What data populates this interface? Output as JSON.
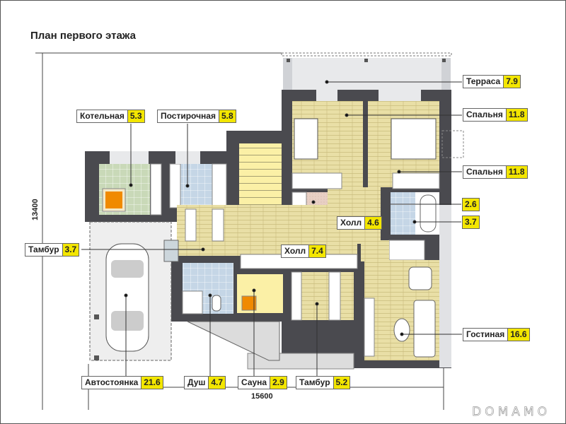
{
  "title": "План первого этажа",
  "dimensions": {
    "width_label": "15600",
    "height_label": "13400"
  },
  "rooms": [
    {
      "id": "terrace",
      "name": "Терраса",
      "area": "7.9"
    },
    {
      "id": "bedroom-1",
      "name": "Спальня",
      "area": "11.8"
    },
    {
      "id": "bedroom-2",
      "name": "Спальня",
      "area": "11.8"
    },
    {
      "id": "boiler-room",
      "name": "Котельная",
      "area": "5.3"
    },
    {
      "id": "laundry",
      "name": "Постирочная",
      "area": "5.8"
    },
    {
      "id": "wc",
      "name": "",
      "area": "2.6"
    },
    {
      "id": "bathroom",
      "name": "",
      "area": "3.7"
    },
    {
      "id": "hall-upper",
      "name": "Холл",
      "area": "4.6"
    },
    {
      "id": "vestibule-left",
      "name": "Тамбур",
      "area": "3.7"
    },
    {
      "id": "hall-main",
      "name": "Холл",
      "area": "7.4"
    },
    {
      "id": "living-room",
      "name": "Гостиная",
      "area": "16.6"
    },
    {
      "id": "carport",
      "name": "Автостоянка",
      "area": "21.6"
    },
    {
      "id": "shower",
      "name": "Душ",
      "area": "4.7"
    },
    {
      "id": "sauna",
      "name": "Сауна",
      "area": "2.9"
    },
    {
      "id": "vestibule-bottom",
      "name": "Тамбур",
      "area": "5.2"
    }
  ],
  "watermark": "DOMAMO",
  "colors": {
    "wall": "#4a4a4f",
    "wood_floor": "#e9dfa6",
    "tile_green": "#c9d9b8",
    "tile_blue": "#c5d6e6",
    "stair_yellow": "#fbf0a6",
    "label_value_bg": "#f3e600",
    "terrace": "#e8e9eb",
    "carport": "#eeeeee"
  }
}
